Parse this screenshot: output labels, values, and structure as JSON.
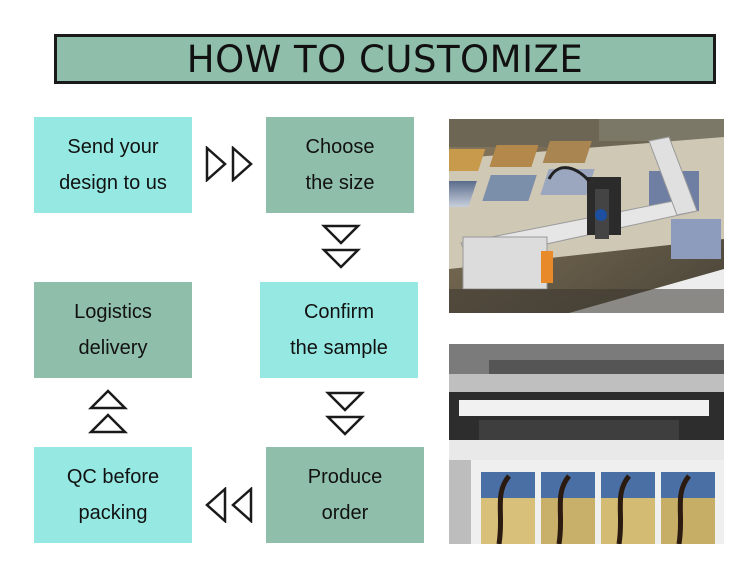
{
  "title": "HOW TO CUSTOMIZE",
  "steps": [
    {
      "line1": "Send your",
      "line2": "design to us"
    },
    {
      "line1": "Choose",
      "line2": "the size"
    },
    {
      "line1": "Confirm",
      "line2": "the sample"
    },
    {
      "line1": "Produce",
      "line2": "order"
    },
    {
      "line1": "QC before",
      "line2": "packing"
    },
    {
      "line1": "Logistics",
      "line2": "delivery"
    }
  ],
  "colors": {
    "light_box": "#95e9e2",
    "dark_box": "#8fbfaa",
    "arrow": "#1a1a1a"
  },
  "icons": [
    "double-right-arrow-icon",
    "double-down-arrow-icon",
    "double-left-arrow-icon",
    "double-up-arrow-icon"
  ]
}
